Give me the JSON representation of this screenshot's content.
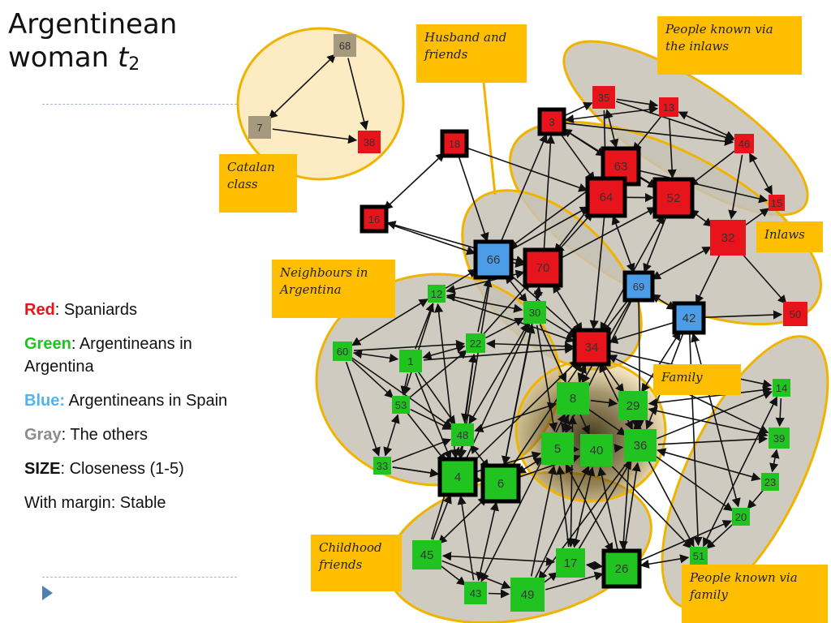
{
  "title": {
    "line1": "Argentinean",
    "line2": "woman",
    "t": "t",
    "sub": "2"
  },
  "legend": {
    "red": {
      "key": "Red",
      "text": ":  Spaniards",
      "color": "#e8141b"
    },
    "green": {
      "key": "Green",
      "text": ": Argentineans in Argentina",
      "color": "#21c321"
    },
    "blue": {
      "key": "Blue:",
      "text": " Argentineans in Spain",
      "color": "#4fb4f0"
    },
    "gray": {
      "key": "Gray",
      "text": ":  The others",
      "color": "#8c8c8c"
    },
    "size": {
      "key": "SIZE",
      "text": ": Closeness (1-5)"
    },
    "margin": {
      "text": "With margin: Stable"
    }
  },
  "group_labels": {
    "catalan": "Catalan class",
    "husband": "Husband and friends",
    "inlaws_people": "People known via the inlaws",
    "inlaws": "Inlaws",
    "neighbours": "Neighbours in Argentina",
    "family": "Family",
    "childhood": "Childhood friends",
    "people_family": "People known via family"
  },
  "nodes": [
    {
      "id": "68",
      "color": "gray"
    },
    {
      "id": "7",
      "color": "gray"
    },
    {
      "id": "38",
      "color": "red"
    },
    {
      "id": "18",
      "color": "red"
    },
    {
      "id": "16",
      "color": "red"
    },
    {
      "id": "3",
      "color": "red"
    },
    {
      "id": "35",
      "color": "red"
    },
    {
      "id": "13",
      "color": "red"
    },
    {
      "id": "46",
      "color": "red"
    },
    {
      "id": "63",
      "color": "red"
    },
    {
      "id": "64",
      "color": "red"
    },
    {
      "id": "52",
      "color": "red"
    },
    {
      "id": "15",
      "color": "red"
    },
    {
      "id": "32",
      "color": "red"
    },
    {
      "id": "50",
      "color": "red"
    },
    {
      "id": "66",
      "color": "blue"
    },
    {
      "id": "70",
      "color": "red"
    },
    {
      "id": "69",
      "color": "blue"
    },
    {
      "id": "42",
      "color": "blue"
    },
    {
      "id": "34",
      "color": "red"
    },
    {
      "id": "12",
      "color": "green"
    },
    {
      "id": "30",
      "color": "green"
    },
    {
      "id": "22",
      "color": "green"
    },
    {
      "id": "60",
      "color": "green"
    },
    {
      "id": "1",
      "color": "green"
    },
    {
      "id": "53",
      "color": "green"
    },
    {
      "id": "48",
      "color": "green"
    },
    {
      "id": "33",
      "color": "green"
    },
    {
      "id": "4",
      "color": "green"
    },
    {
      "id": "6",
      "color": "green"
    },
    {
      "id": "8",
      "color": "green"
    },
    {
      "id": "29",
      "color": "green"
    },
    {
      "id": "5",
      "color": "green"
    },
    {
      "id": "40",
      "color": "green"
    },
    {
      "id": "36",
      "color": "green"
    },
    {
      "id": "14",
      "color": "green"
    },
    {
      "id": "39",
      "color": "green"
    },
    {
      "id": "23",
      "color": "green"
    },
    {
      "id": "20",
      "color": "green"
    },
    {
      "id": "51",
      "color": "green"
    },
    {
      "id": "45",
      "color": "green"
    },
    {
      "id": "17",
      "color": "green"
    },
    {
      "id": "26",
      "color": "green"
    },
    {
      "id": "43",
      "color": "green"
    },
    {
      "id": "49",
      "color": "green"
    }
  ],
  "colors": {
    "red": "#e8141b",
    "green": "#21c321",
    "blue": "#4b9de8",
    "gray": "#a69a7e",
    "label_bg": "#ffbf00",
    "ellipse_fill": "#c7c2b5",
    "ellipse_stroke": "#f0b400"
  }
}
